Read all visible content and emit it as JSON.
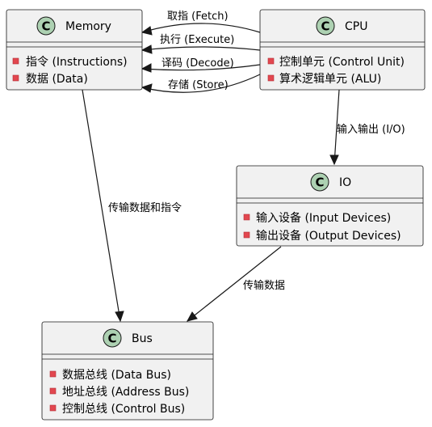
{
  "classes": {
    "memory": {
      "name": "Memory",
      "attrs": [
        "指令 (Instructions)",
        "数据 (Data)"
      ]
    },
    "cpu": {
      "name": "CPU",
      "attrs": [
        "控制单元 (Control Unit)",
        "算术逻辑单元 (ALU)"
      ]
    },
    "io": {
      "name": "IO",
      "attrs": [
        "输入设备 (Input Devices)",
        "输出设备 (Output Devices)"
      ]
    },
    "bus": {
      "name": "Bus",
      "attrs": [
        "数据总线 (Data Bus)",
        "地址总线 (Address Bus)",
        "控制总线 (Control Bus)"
      ]
    }
  },
  "class_stereotype_glyph": "C",
  "relations": {
    "fetch": "取指 (Fetch)",
    "execute": "执行 (Execute)",
    "decode": "译码 (Decode)",
    "store": "存储 (Store)",
    "cpu_io": "输入输出 (I/O)",
    "memory_bus": "传输数据和指令",
    "io_bus": "传输数据"
  }
}
